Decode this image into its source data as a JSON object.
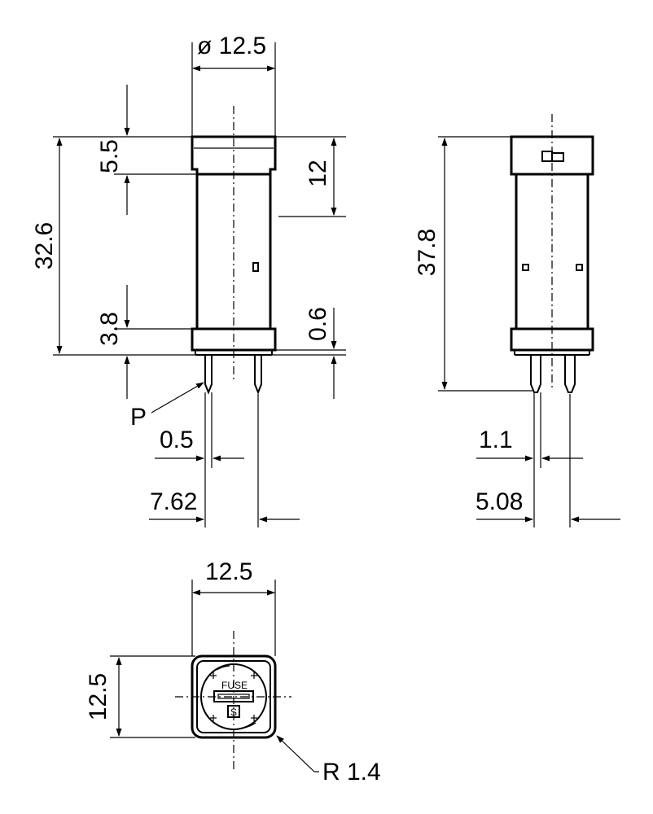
{
  "front_view": {
    "diameter": "ø 12.5",
    "top_cap": "5.5",
    "cap_total": "12",
    "body_height": "32.6",
    "bottom_base": "3.8",
    "base_gap": "0.6",
    "pin_label": "P",
    "pin_width": "0.5",
    "pin_pitch": "7.62"
  },
  "side_view": {
    "total_height": "37.8",
    "pin_width": "1.1",
    "pin_pitch": "5.08"
  },
  "top_view": {
    "width": "12.5",
    "height": "12.5",
    "corner_radius": "R 1.4",
    "fuse_text": "FUSE",
    "logo_text": "S"
  }
}
